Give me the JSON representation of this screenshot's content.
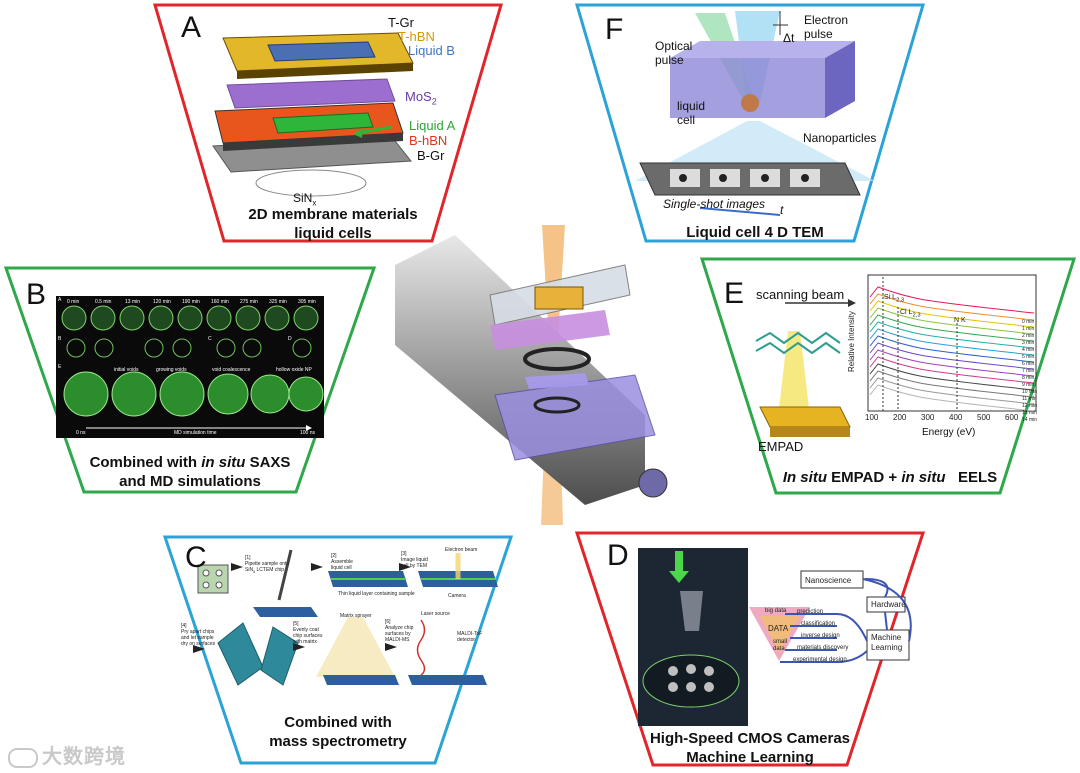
{
  "colors": {
    "red": "#e0262b",
    "green": "#2ea84a",
    "blue": "#2ba3d6"
  },
  "watermark": {
    "icon": "chat-bubble-icon",
    "text": "大数跨境"
  },
  "panel_a": {
    "letter": "A",
    "layers": {
      "t_gr": "T-Gr",
      "t_hbn": "T-hBN",
      "liquid_b": "Liquid B",
      "mos2": "MoS",
      "mos2_sub": "2",
      "liquid_a": "Liquid A",
      "b_hbn": "B-hBN",
      "b_gr": "B-Gr",
      "sinx": "SiN",
      "sinx_sub": "x"
    },
    "caption": [
      "2D membrane materials",
      "liquid cells"
    ]
  },
  "panel_b": {
    "letter": "B",
    "row_labels": [
      "A",
      "B",
      "C",
      "D",
      "E"
    ],
    "times": [
      "0 min",
      "0.5 min",
      "13 min",
      "120 min",
      "190 min",
      "160 min",
      "275 min",
      "325 min",
      "305 min"
    ],
    "sim_labels": [
      "initial voids",
      "growing voids",
      "void coalescence",
      "hollow oxide NP"
    ],
    "axis_start": "0 ns",
    "axis_label": "MD simulation time",
    "axis_end": "100 ns",
    "caption_line1_pre": "Combined with ",
    "caption_line1_em": "in situ",
    "caption_line1_post": " SAXS",
    "caption_line2": "and MD simulations"
  },
  "panel_c": {
    "letter": "C",
    "steps": [
      [
        "[1]",
        "Pipette sample onto",
        "SiN",
        "x",
        " LCTEM chip"
      ],
      [
        "[2]",
        "Assemble",
        "liquid cell"
      ],
      [
        "[3]",
        "Image liquid",
        "cell by TEM"
      ],
      [
        "[4]",
        "Pry apart chips",
        "and let sample",
        "dry on surfaces"
      ],
      [
        "[5]",
        "Evenly coat",
        "chip surfaces",
        "with matrix"
      ],
      [
        "[6]",
        "Analyze chip",
        "surfaces by",
        "MALDI-MS"
      ]
    ],
    "annotations": {
      "electron_beam": "Electron beam",
      "thin_layer": "Thin liquid layer containing sample",
      "camera": "Camera",
      "matrix_sprayer": "Matrix sprayer",
      "laser_source": "Laser source",
      "detector": [
        "MALDI-ToF",
        "detector"
      ]
    },
    "caption": [
      "Combined with",
      "mass spectrometry"
    ]
  },
  "panel_d": {
    "letter": "D",
    "nodes": {
      "nanoscience": "Nanoscience",
      "hardware": "Hardware",
      "machine_learning": [
        "Machine",
        "Learning"
      ]
    },
    "triangle": {
      "big_data": "big data",
      "data": "DATA",
      "small_data": [
        "small",
        "data"
      ]
    },
    "arrows": [
      "prediction",
      "classification",
      "inverse design",
      "materials discovery",
      "experimental design"
    ],
    "caption": [
      "High-Speed CMOS Cameras",
      "Machine Learning"
    ]
  },
  "panel_e": {
    "letter": "E",
    "scanning_beam": "scanning beam",
    "detector": "EMPAD",
    "edges": {
      "si": "Si L",
      "si_sub": "2,3",
      "cl": "Cl L",
      "cl_sub": "2,3",
      "n": "N K"
    },
    "ylabel": "Relative Intensity",
    "xlabel": "Energy  (eV)",
    "xticks": [
      "100",
      "200",
      "300",
      "400",
      "500",
      "600"
    ],
    "series_labels": [
      "0 min",
      "1 min",
      "2 min",
      "3 min",
      "4 min",
      "5 min",
      "6 min",
      "7 min",
      "8 min",
      "9 min",
      "10 min",
      "11 min",
      "12 min",
      "13 min",
      "14 min"
    ],
    "series_colors": [
      "#e6195a",
      "#f28e2b",
      "#e8c300",
      "#8cc63f",
      "#36a852",
      "#1fb3a3",
      "#2a9fd6",
      "#2a62c9",
      "#6a4bc4",
      "#a13fbf",
      "#d03d8f",
      "#444444",
      "#777777",
      "#999999",
      "#b5b5b5"
    ],
    "caption_em1": "In situ",
    "caption_mid": " EMPAD + ",
    "caption_em2": "in situ",
    "caption_post": "   EELS"
  },
  "panel_f": {
    "letter": "F",
    "optical_pulse": [
      "Optical",
      "pulse"
    ],
    "electron_pulse": [
      "Electron",
      "pulse"
    ],
    "delta_t": "Δt",
    "liquid_cell": [
      "liquid",
      "cell"
    ],
    "nanoparticles": "Nanoparticles",
    "single_shot": "Single-shot images",
    "time_axis": "t",
    "caption": "Liquid cell  4 D TEM"
  }
}
